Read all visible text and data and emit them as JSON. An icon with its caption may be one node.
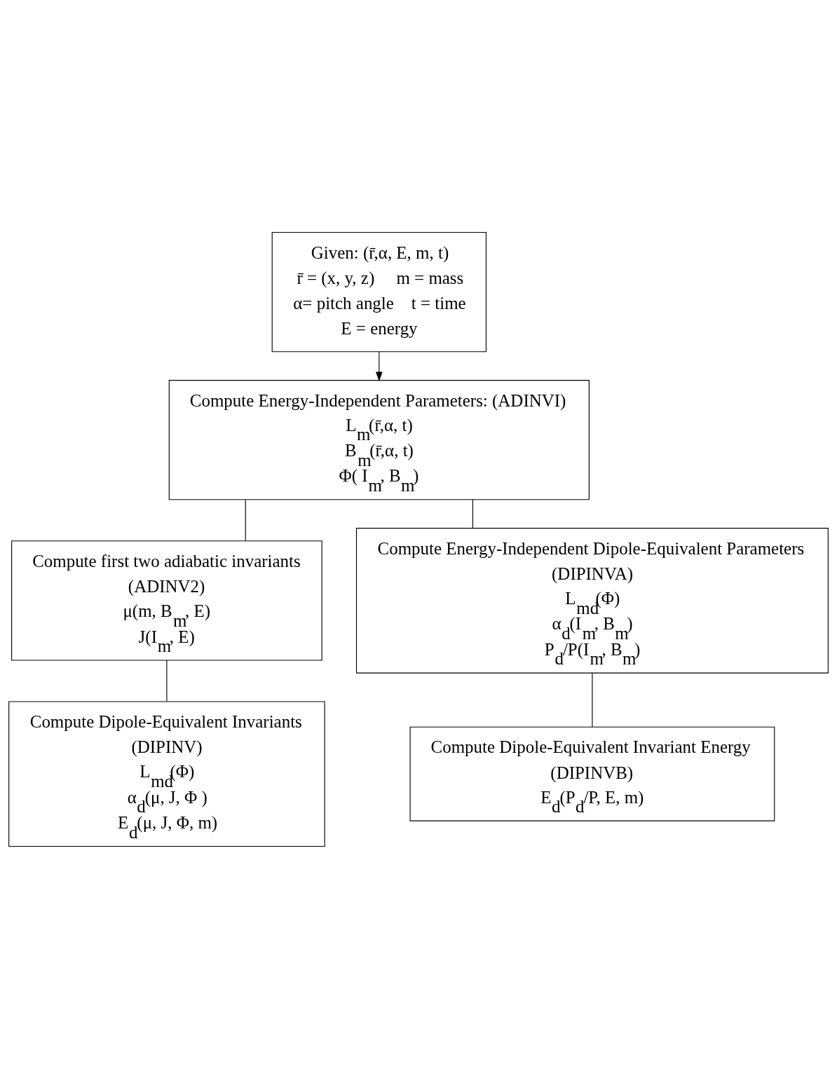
{
  "diagram": {
    "nodes": [
      {
        "text": [
          "Given: (r̄,α, E, m, t)",
          "r̄ = (x, y, z)     m = mass",
          "α= pitch angle    t = time",
          "E = energy"
        ]
      },
      {
        "text": [
          "Compute Energy-Independent Parameters: (ADINVI)",
          "L$_{m}$(r̄,α, t)",
          "B$_{m}$(r̄,α, t)",
          "Φ( I$_{m}$, B$_{m}$)"
        ]
      },
      {
        "text": [
          "Compute first two adiabatic invariants",
          "(ADINV2)",
          "μ(m, B$_{m}$, E)",
          "J(I$_{m}$, E)"
        ]
      },
      {
        "text": [
          "Compute Energy-Independent Dipole-Equivalent Parameters",
          "(DIPINVA)",
          "L$_{md}$(Φ)",
          "α$_{d}$(I$_{m}$, B$_{m}$)",
          "P$_{d}$/P(I$_{m}$, B$_{m}$)"
        ]
      },
      {
        "text": [
          "Compute Dipole-Equivalent Invariants",
          "(DIPINV)",
          "L$_{md}$(Φ)",
          "α$_{d}$(μ, J, Φ )",
          "E$_{d}$(μ, J, Φ, m)"
        ]
      },
      {
        "text": [
          "Compute Dipole-Equivalent Invariant Energy",
          "(DIPINVB)",
          "E$_{d}$(P$_{d}$/P, E, m)"
        ]
      }
    ],
    "edges": [
      {
        "from": 0,
        "to": 1,
        "arrow": "to"
      },
      {
        "from": 1,
        "to": 2,
        "arrow": "none"
      },
      {
        "from": 1,
        "to": 3,
        "arrow": "none"
      },
      {
        "from": 2,
        "to": 4,
        "arrow": "none"
      },
      {
        "from": 3,
        "to": 5,
        "arrow": "none"
      }
    ]
  }
}
